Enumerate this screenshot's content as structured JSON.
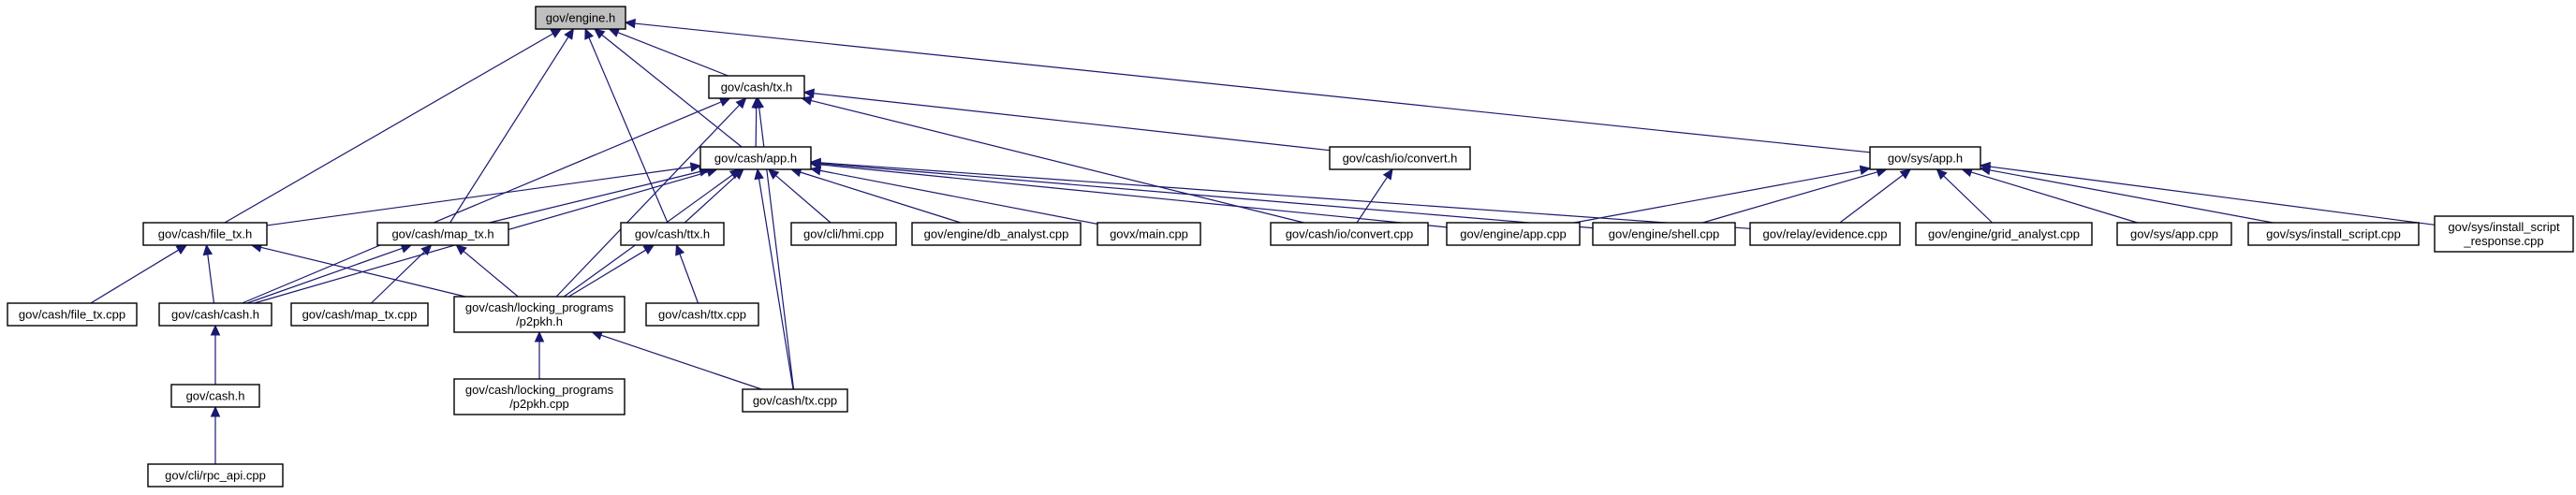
{
  "graph": {
    "arrow_color": "#191970",
    "highlight_fill": "#bfbfbf",
    "nodes": [
      {
        "id": "engine_h",
        "label": "gov/engine.h",
        "highlight": true
      },
      {
        "id": "tx_h",
        "label": "gov/cash/tx.h"
      },
      {
        "id": "app_h",
        "label": "gov/cash/app.h"
      },
      {
        "id": "convert_h",
        "label": "gov/cash/io/convert.h"
      },
      {
        "id": "sys_app_h",
        "label": "gov/sys/app.h"
      },
      {
        "id": "file_tx_h",
        "label": "gov/cash/file_tx.h"
      },
      {
        "id": "map_tx_h",
        "label": "gov/cash/map_tx.h"
      },
      {
        "id": "ttx_h",
        "label": "gov/cash/ttx.h"
      },
      {
        "id": "hmi_cpp",
        "label": "gov/cli/hmi.cpp"
      },
      {
        "id": "db_analyst_cpp",
        "label": "gov/engine/db_analyst.cpp"
      },
      {
        "id": "govx_main_cpp",
        "label": "govx/main.cpp"
      },
      {
        "id": "convert_cpp",
        "label": "gov/cash/io/convert.cpp"
      },
      {
        "id": "engine_app_cpp",
        "label": "gov/engine/app.cpp"
      },
      {
        "id": "shell_cpp",
        "label": "gov/engine/shell.cpp"
      },
      {
        "id": "evidence_cpp",
        "label": "gov/relay/evidence.cpp"
      },
      {
        "id": "grid_analyst_cpp",
        "label": "gov/engine/grid_analyst.cpp"
      },
      {
        "id": "sys_app_cpp",
        "label": "gov/sys/app.cpp"
      },
      {
        "id": "install_script_cpp",
        "label": "gov/sys/install_script.cpp"
      },
      {
        "id": "install_script_response_cpp",
        "label": "gov/sys/install_script\n_response.cpp"
      },
      {
        "id": "file_tx_cpp",
        "label": "gov/cash/file_tx.cpp"
      },
      {
        "id": "cash_cash_h",
        "label": "gov/cash/cash.h"
      },
      {
        "id": "map_tx_cpp",
        "label": "gov/cash/map_tx.cpp"
      },
      {
        "id": "p2pkh_h",
        "label": "gov/cash/locking_programs\n/p2pkh.h"
      },
      {
        "id": "ttx_cpp",
        "label": "gov/cash/ttx.cpp"
      },
      {
        "id": "cash_h",
        "label": "gov/cash.h"
      },
      {
        "id": "p2pkh_cpp",
        "label": "gov/cash/locking_programs\n/p2pkh.cpp"
      },
      {
        "id": "tx_cpp",
        "label": "gov/cash/tx.cpp"
      },
      {
        "id": "rpc_api_cpp",
        "label": "gov/cli/rpc_api.cpp"
      }
    ],
    "edges": [
      {
        "from": "tx_h",
        "to": "engine_h"
      },
      {
        "from": "app_h",
        "to": "engine_h"
      },
      {
        "from": "sys_app_h",
        "to": "engine_h"
      },
      {
        "from": "file_tx_h",
        "to": "engine_h"
      },
      {
        "from": "map_tx_h",
        "to": "engine_h"
      },
      {
        "from": "ttx_h",
        "to": "engine_h"
      },
      {
        "from": "app_h",
        "to": "tx_h"
      },
      {
        "from": "convert_h",
        "to": "tx_h"
      },
      {
        "from": "cash_cash_h",
        "to": "tx_h"
      },
      {
        "from": "p2pkh_h",
        "to": "tx_h"
      },
      {
        "from": "convert_cpp",
        "to": "tx_h"
      },
      {
        "from": "tx_cpp",
        "to": "tx_h"
      },
      {
        "from": "file_tx_h",
        "to": "app_h"
      },
      {
        "from": "map_tx_h",
        "to": "app_h"
      },
      {
        "from": "ttx_h",
        "to": "app_h"
      },
      {
        "from": "hmi_cpp",
        "to": "app_h"
      },
      {
        "from": "db_analyst_cpp",
        "to": "app_h"
      },
      {
        "from": "govx_main_cpp",
        "to": "app_h"
      },
      {
        "from": "engine_app_cpp",
        "to": "app_h"
      },
      {
        "from": "shell_cpp",
        "to": "app_h"
      },
      {
        "from": "evidence_cpp",
        "to": "app_h"
      },
      {
        "from": "cash_cash_h",
        "to": "app_h"
      },
      {
        "from": "p2pkh_h",
        "to": "app_h"
      },
      {
        "from": "tx_cpp",
        "to": "app_h"
      },
      {
        "from": "convert_cpp",
        "to": "convert_h"
      },
      {
        "from": "engine_app_cpp",
        "to": "sys_app_h"
      },
      {
        "from": "shell_cpp",
        "to": "sys_app_h"
      },
      {
        "from": "evidence_cpp",
        "to": "sys_app_h"
      },
      {
        "from": "grid_analyst_cpp",
        "to": "sys_app_h"
      },
      {
        "from": "sys_app_cpp",
        "to": "sys_app_h"
      },
      {
        "from": "install_script_cpp",
        "to": "sys_app_h"
      },
      {
        "from": "install_script_response_cpp",
        "to": "sys_app_h"
      },
      {
        "from": "file_tx_cpp",
        "to": "file_tx_h"
      },
      {
        "from": "cash_cash_h",
        "to": "file_tx_h"
      },
      {
        "from": "p2pkh_h",
        "to": "file_tx_h"
      },
      {
        "from": "cash_cash_h",
        "to": "map_tx_h"
      },
      {
        "from": "map_tx_cpp",
        "to": "map_tx_h"
      },
      {
        "from": "p2pkh_h",
        "to": "map_tx_h"
      },
      {
        "from": "p2pkh_h",
        "to": "ttx_h"
      },
      {
        "from": "ttx_cpp",
        "to": "ttx_h"
      },
      {
        "from": "cash_h",
        "to": "cash_cash_h"
      },
      {
        "from": "p2pkh_cpp",
        "to": "p2pkh_h"
      },
      {
        "from": "tx_cpp",
        "to": "p2pkh_h"
      },
      {
        "from": "rpc_api_cpp",
        "to": "cash_h"
      }
    ]
  }
}
